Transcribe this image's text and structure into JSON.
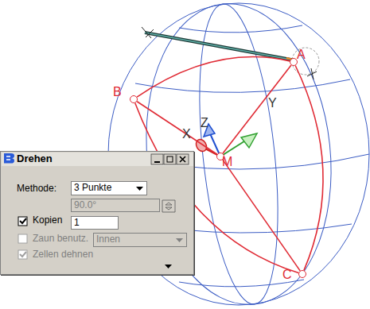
{
  "diagram": {
    "nodes": [
      {
        "text": [
          "Drehen",
          "Methode:",
          "Kopien",
          "Zaun benutz.",
          "Zellen dehnen"
        ]
      },
      {
        "text": [
          "3 Punkte"
        ],
        "in": 0
      },
      {
        "text": [
          "90.0°"
        ],
        "in": 0
      },
      {
        "text": [
          "1"
        ],
        "in": 0
      },
      {
        "text": [
          "Innen"
        ],
        "in": 0
      },
      {
        "text": [
          "A"
        ]
      },
      {
        "text": [
          "B"
        ]
      },
      {
        "text": [
          "M"
        ]
      },
      {
        "text": [
          "C"
        ]
      }
    ],
    "edges": [
      {
        "from": 7,
        "to": 5,
        "arrow": "none"
      },
      {
        "from": 7,
        "to": 6,
        "arrow": "none"
      },
      {
        "from": 7,
        "to": 8,
        "arrow": "none"
      },
      {
        "from": 5,
        "to": 6,
        "arrow": "none"
      },
      {
        "from": 6,
        "to": 8,
        "arrow": "none"
      },
      {
        "from": 5,
        "to": 8,
        "arrow": "none"
      }
    ],
    "labels": [
      "X",
      "Y",
      "Z"
    ]
  }
}
